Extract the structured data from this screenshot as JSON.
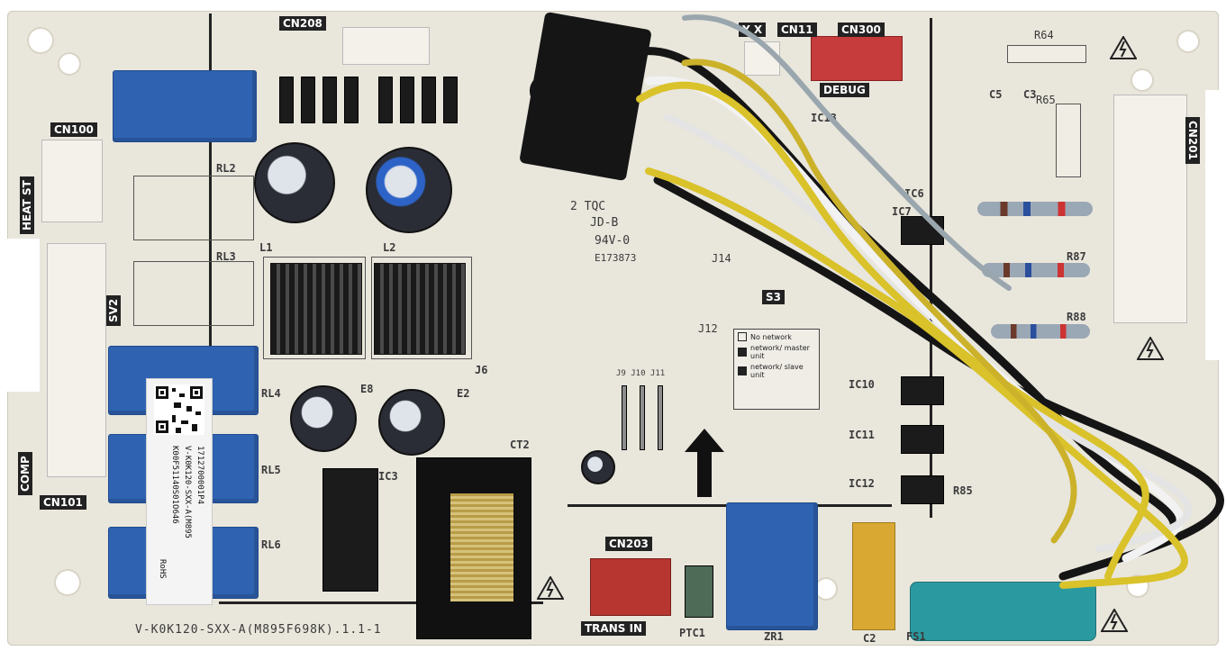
{
  "board": {
    "part_number": "V-K0K120-SXX-A(M895F698K).1.1-1",
    "sticker_lines": [
      "1712700001P4",
      "V-K0K120-SXX-A(M895",
      "K00F51140S01O646",
      "RoHS"
    ],
    "markings": {
      "ul_id": "JD-B",
      "flammability": "94V-0",
      "file_no": "E173873",
      "date_code": "2 TQC",
      "rohs_mark": "RoHS"
    },
    "labels": {
      "cn100": "CN100",
      "cn101": "CN101",
      "cn203": "CN203",
      "cn208": "CN208",
      "cn201": "CN201",
      "cn300": "CN300",
      "cn11": "CN11",
      "yx": "Y X",
      "debug": "DEBUG",
      "heat_st": "HEAT ST",
      "sv2": "SV2",
      "comp": "COMP",
      "trans_in": "TRANS IN",
      "ptc1": "PTC1",
      "fs1": "FS1",
      "rl2": "RL2",
      "rl3": "RL3",
      "rl4": "RL4",
      "rl5": "RL5",
      "rl6": "RL6",
      "l1": "L1",
      "l2": "L2",
      "ic3": "IC3",
      "ct2": "CT2",
      "ic6": "IC6",
      "ic7": "IC7",
      "ic10": "IC10",
      "ic11": "IC11",
      "ic12": "IC12",
      "ic13": "IC13",
      "c5": "C5",
      "c3": "C3",
      "c2": "C2",
      "r64": "R64",
      "r65": "R65",
      "r85": "R85",
      "r87": "R87",
      "r88": "R88",
      "s3": "S3",
      "j14": "J14",
      "j12": "J12",
      "j6": "J6",
      "j9_10_11": "J9 J10 J11",
      "e2": "E2",
      "e8": "E8",
      "zr1": "ZR1"
    },
    "s3_legend": [
      "No network",
      "network/ master unit",
      "network/ slave unit"
    ]
  },
  "colors": {
    "board": "#e9e6dc",
    "relay_blue": "#2f63b2",
    "debug_red": "#c63b3b",
    "cn203_red": "#b7362f",
    "wire_yellow": "#d9c22a",
    "wire_white": "#f2f2f2",
    "wire_black": "#151515",
    "capacitor_teal": "#2b9aa0"
  }
}
